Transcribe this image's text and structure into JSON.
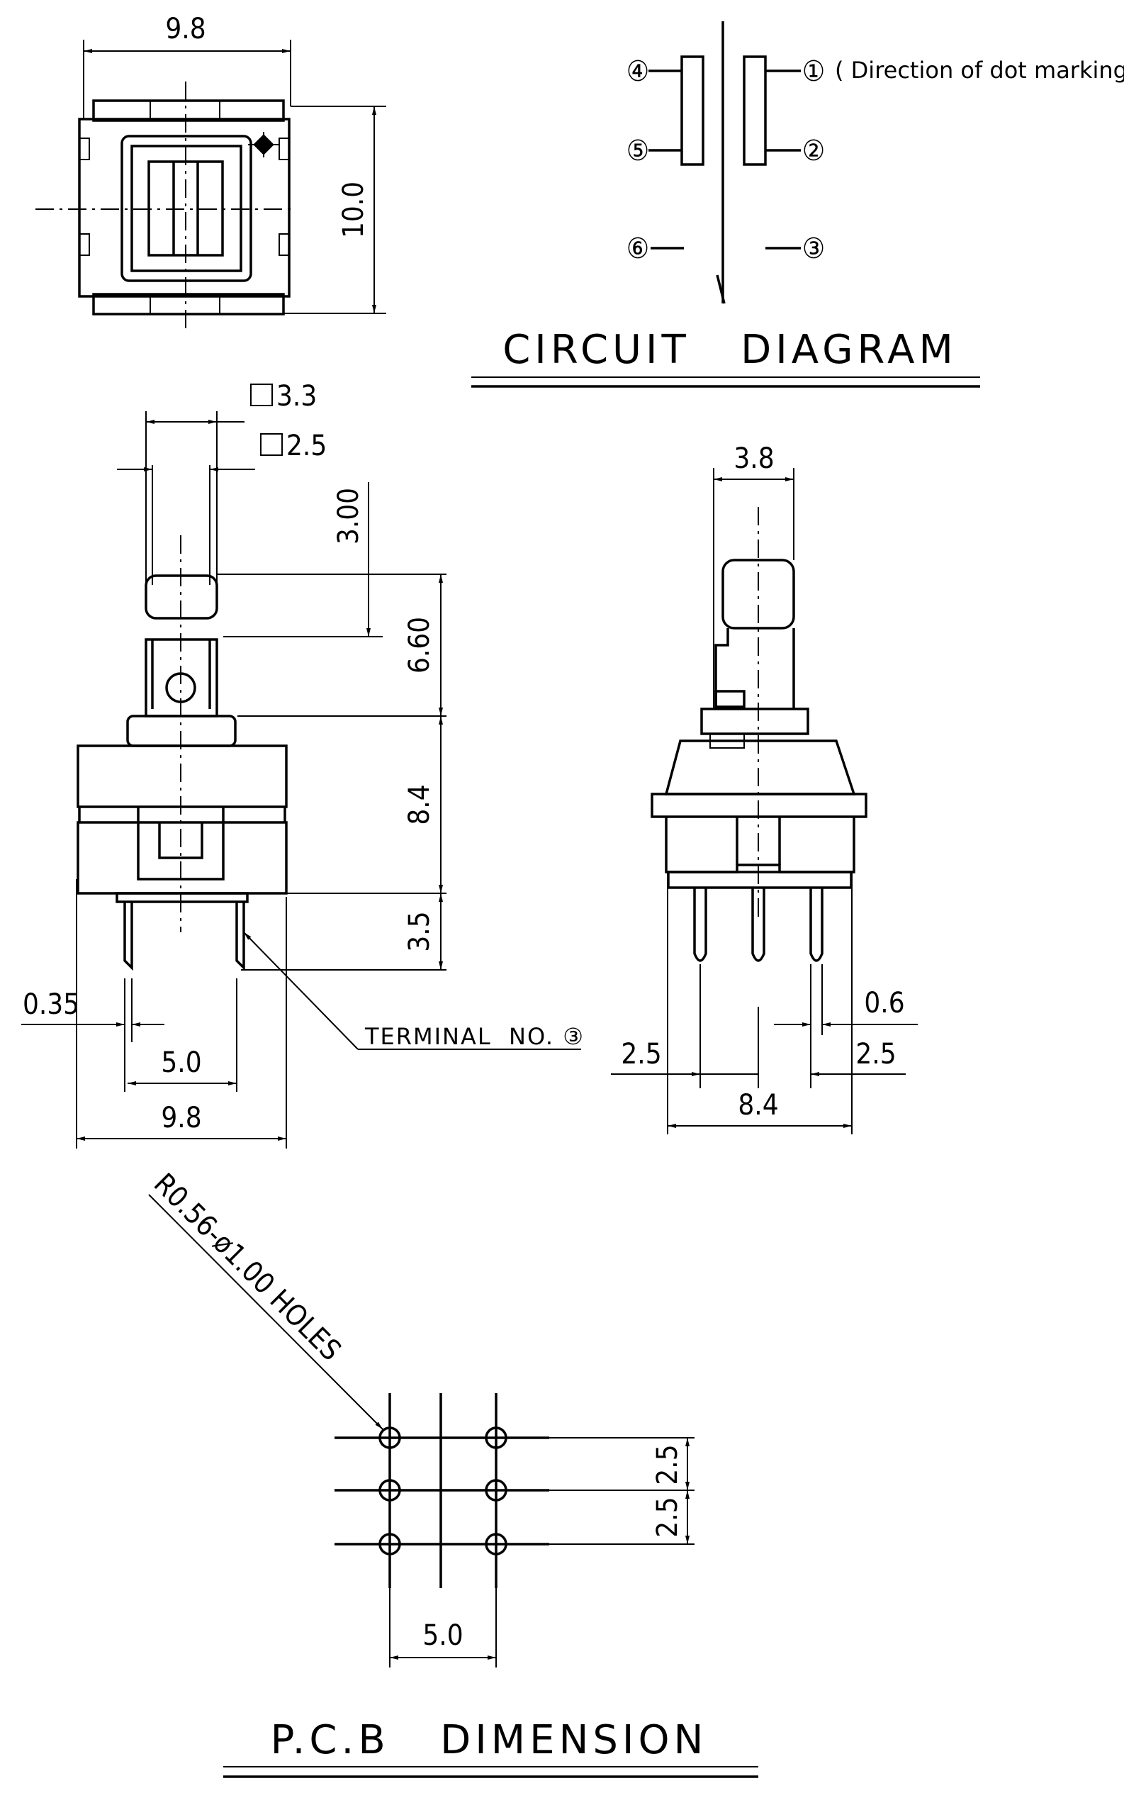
{
  "top_view": {
    "width_label": "9.8",
    "height_label": "10.0"
  },
  "circuit": {
    "title": "CIRCUIT   DIAGRAM",
    "dot_note": "( Direction of dot marking )",
    "terminals": [
      "①",
      "②",
      "③",
      "④",
      "⑤",
      "⑥"
    ]
  },
  "front_view": {
    "sq_outer": "3.3",
    "sq_inner": "2.5",
    "stroke_300": "3.00",
    "h_660": "6.60",
    "h_84": "8.4",
    "h_35": "3.5",
    "pin_width": "0.35",
    "pitch": "5.0",
    "width": "9.8",
    "terminal_note": "TERMINAL  NO. ③"
  },
  "side_view": {
    "knob_width": "3.8",
    "pin_width": "0.6",
    "pitch_left": "2.5",
    "pitch_right": "2.5",
    "width": "8.4"
  },
  "pcb": {
    "title": "P.C.B   DIMENSION",
    "holes_note": "R0.56-ø1.00 HOLES",
    "pitch_v1": "2.5",
    "pitch_v2": "2.5",
    "pitch_h": "5.0"
  }
}
